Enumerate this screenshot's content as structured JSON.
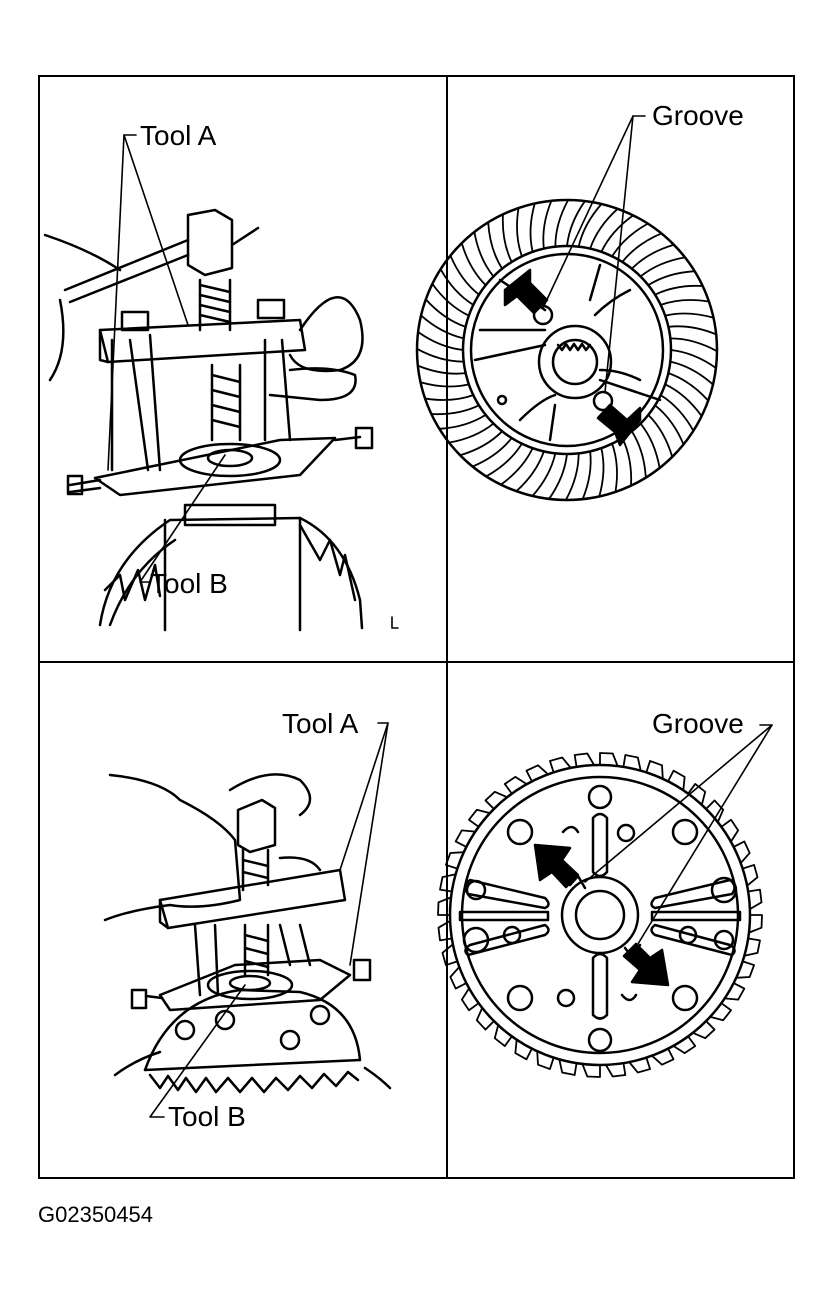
{
  "panels": {
    "top_left": {
      "tool_a": "Tool A",
      "tool_b": "Tool B"
    },
    "top_right": {
      "groove": "Groove"
    },
    "bottom_left": {
      "tool_a": "Tool A",
      "tool_b": "Tool B"
    },
    "bottom_right": {
      "groove": "Groove"
    }
  },
  "figure_id": "G02350454"
}
